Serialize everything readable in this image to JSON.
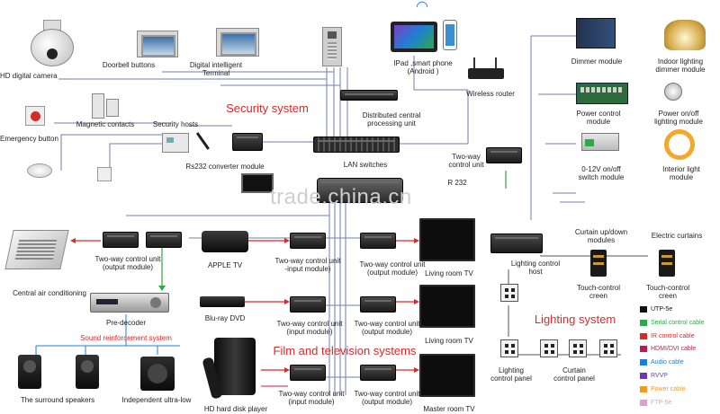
{
  "headings": {
    "security": "Security system",
    "film": "Film and television systems",
    "lighting": "Lighting system"
  },
  "watermark": "trade.china.cn",
  "devices": {
    "hd_camera": "HD digital camera",
    "doorbell_buttons": "Doorbell buttons",
    "digital_terminal": "Digital intelligent\nTerminal",
    "ipad_phone": "IPad ,smart phone\n(Android )",
    "wireless_router": "Wireless router",
    "dimmer_module": "Dimmer module",
    "indoor_dimmer": "Indoor lighting\ndimmer module",
    "emergency_button": "Emergency button",
    "magnetic_contacts": "Magnetic contacts",
    "security_hosts": "Security hosts",
    "rs232_converter": "Rs232 converter module",
    "central_processing": "Distributed central\nprocessing unit",
    "lan_switches": "LAN switches",
    "two_way_top": "Two-way\ncontrol unit",
    "rs232_partial": "R 232",
    "power_control": "Power control\nmodule",
    "power_onoff": "Power on/off\nlighting module",
    "switch_012v": "0-12V on/off\nswitch module",
    "interior_light": "Interior light\nmodule",
    "curtain_updown": "Curtain up/down\nmodules",
    "electric_curtains": "Electric curtains",
    "tcu_output_left": "Two-way control unit\n(output module)",
    "apple_tv": "APPLE TV",
    "tcu_input_apple": "Two-way control unit\n-input module)",
    "tcu_output_living1": "Two-way control unit\n(output module)",
    "living_room_tv_1": "Living room TV",
    "lighting_control_host": "Lighting control\nhost",
    "central_ac": "Central air conditioning",
    "pre_decoder": "Pre-decoder",
    "bluray": "Blu-ray DVD",
    "tcu_input_bluray": "Two-way control unit\n(input module)",
    "tcu_output_living2": "Two-way control unit\n(output module)",
    "touch_control_1": "Touch-control\ncreen",
    "touch_control_2": "Touch-control\ncreen",
    "sound_reinforcement": "Sound reinforcement system",
    "living_room_tv_2": "Living room TV",
    "lighting_panel": "Lighting\ncontrol panel",
    "curtain_panel": "Curtain\ncontrol panel",
    "surround_speakers": "The surround speakers",
    "ultra_low": "Independent ultra-low",
    "hd_player": "HD hard disk player",
    "tcu_input_hd": "Two-way control unit\n(input module)",
    "tcu_output_master": "Two-way control unit\n(output module)",
    "master_room_tv": "Master room TV"
  },
  "legend": [
    {
      "label": "UTP-5e",
      "color": "#111111"
    },
    {
      "label": "Serial control cable",
      "color": "#2da84a"
    },
    {
      "label": "IR control cable",
      "color": "#d62b2b"
    },
    {
      "label": "HDMI/DVI cable",
      "color": "#c2185b"
    },
    {
      "label": "Audio cable",
      "color": "#1e7fd6"
    },
    {
      "label": "RVVP",
      "color": "#6a3ab0"
    },
    {
      "label": "Power cable",
      "color": "#f29c1f"
    },
    {
      "label": "FTP-5e",
      "color": "#d9a3c9"
    }
  ]
}
